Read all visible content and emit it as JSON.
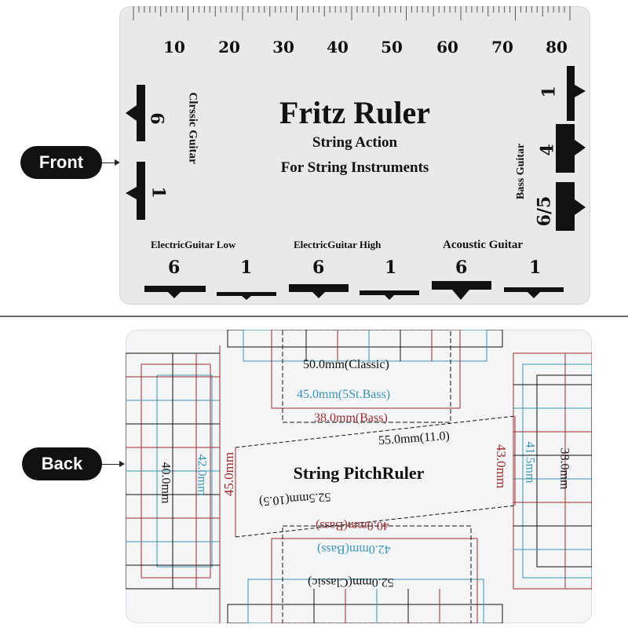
{
  "labels": {
    "front": "Front",
    "back": "Back"
  },
  "front": {
    "title": "Fritz Ruler",
    "subtitle1": "String Action",
    "subtitle2": "For String Instruments",
    "scale_numbers": [
      "10",
      "20",
      "30",
      "40",
      "50",
      "60",
      "70",
      "80"
    ],
    "classic_label": "Clrssic  Guitar",
    "classic_top": "6",
    "classic_bottom": "1",
    "bass_label": "Bass  Guitar",
    "bass_1": "1",
    "bass_4": "4",
    "bass_65": "6/5",
    "bottom_groups": [
      {
        "label": "ElectricGuitar  Low",
        "left": "6",
        "right": "1"
      },
      {
        "label": "ElectricGuitar  High",
        "left": "6",
        "right": "1"
      },
      {
        "label": "Acoustic  Guitar",
        "left": "6",
        "right": "1"
      }
    ]
  },
  "back": {
    "title": "String  PitchRuler",
    "m_50": "50.0mm(Classic)",
    "m_45": "45.0mm(5St.Bass)",
    "m_38": "38.0mm(Bass)",
    "m_55": "55.0mm(11.0)",
    "m_525": "52.5mm(10.5)",
    "m_40b": "40.0mm(Bass)",
    "m_42b": "42.0mm(Bass)",
    "m_52c": "52.0mm(Classic)",
    "m_40": "40.0mm",
    "m_42": "42.0mm",
    "m_45v": "45.0mm",
    "m_43": "43.0mm",
    "m_415": "41.5mm",
    "m_38v": "38.0mm"
  },
  "colors": {
    "dark": "#111111",
    "red": "#9b2c2c",
    "blue": "#3b95b5"
  }
}
